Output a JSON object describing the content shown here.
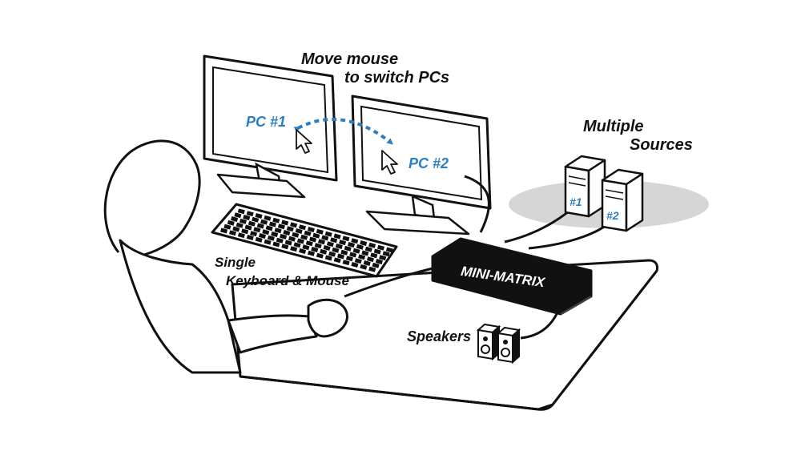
{
  "labels": {
    "switch_line1": "Move mouse",
    "switch_line2": "to switch PCs",
    "sources_line1": "Multiple",
    "sources_line2": "Sources",
    "input_line1": "Single",
    "input_line2": "Keyboard & Mouse",
    "speakers": "Speakers",
    "device": "MINI-MATRIX"
  },
  "screens": {
    "pc1": "PC #1",
    "pc2": "PC #2"
  },
  "towers": {
    "t1": "#1",
    "t2": "#2"
  },
  "colors": {
    "accent": "#2b7fc0",
    "ink": "#111111",
    "shadow": "#d6d6d6",
    "device": "#111111"
  },
  "icons": {
    "cursor": "mouse-pointer-icon"
  }
}
